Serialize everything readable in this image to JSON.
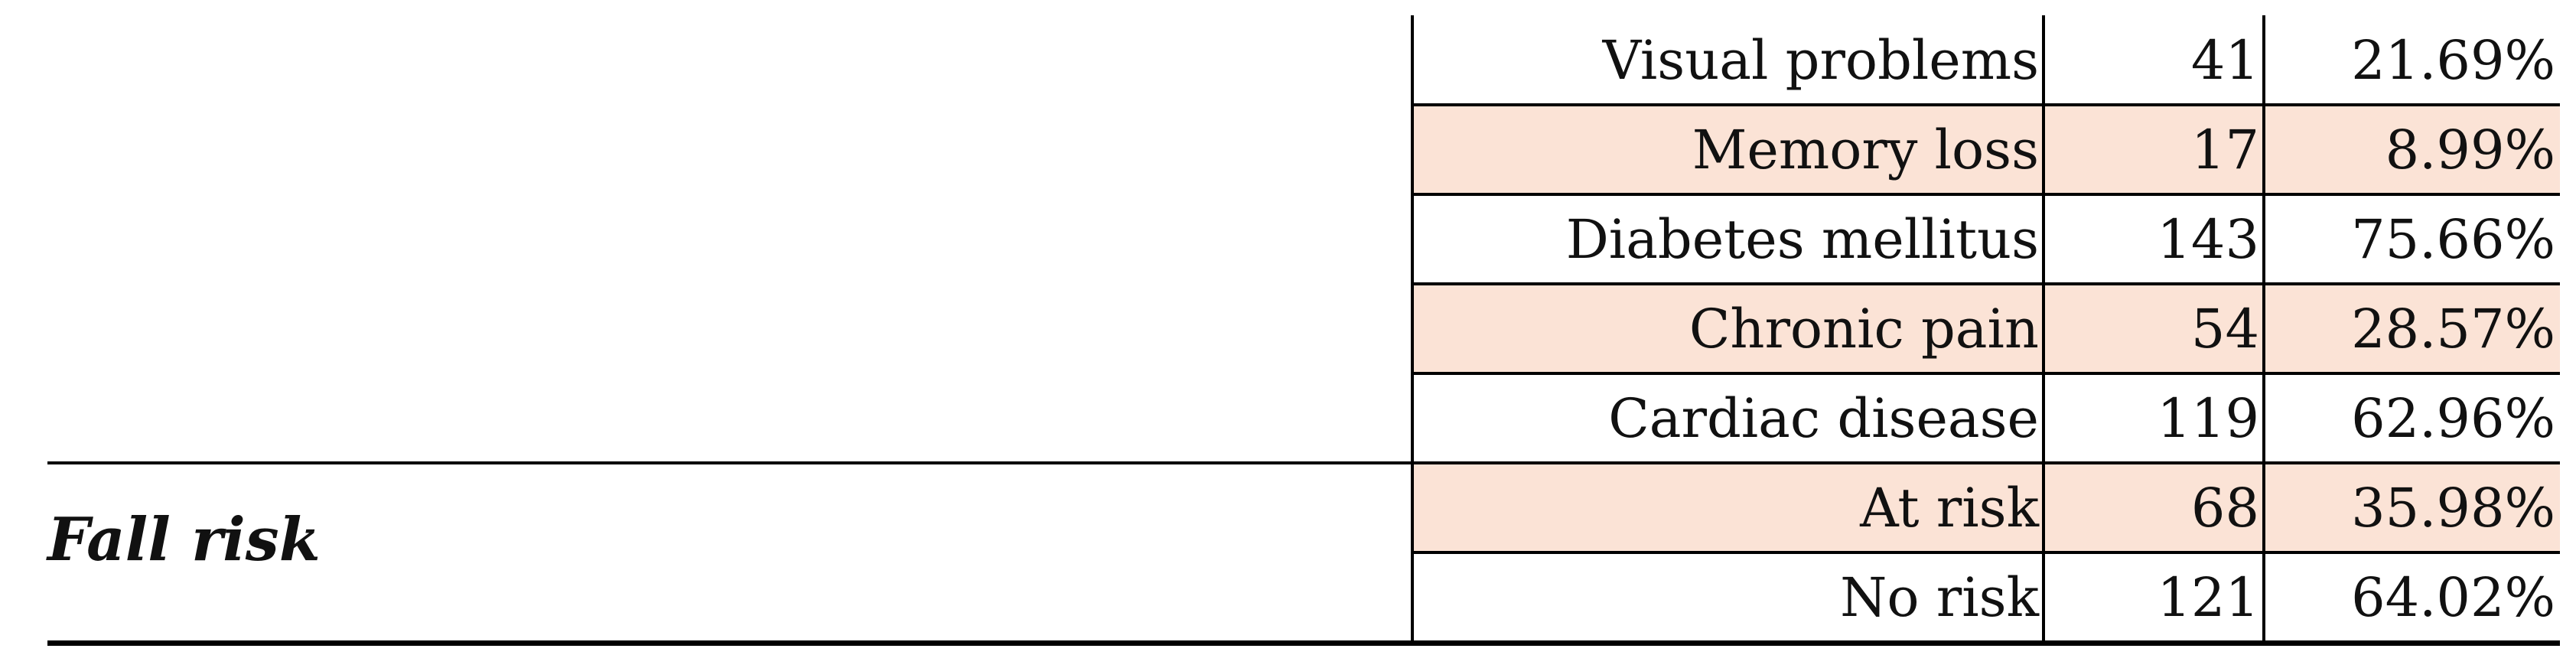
{
  "table": {
    "groups": [
      {
        "label": "",
        "rows": [
          {
            "label": "Visual problems",
            "count": "41",
            "percent": "21.69%"
          },
          {
            "label": "Memory loss",
            "count": "17",
            "percent": "8.99%"
          },
          {
            "label": "Diabetes mellitus",
            "count": "143",
            "percent": "75.66%"
          },
          {
            "label": "Chronic pain",
            "count": "54",
            "percent": "28.57%"
          },
          {
            "label": "Cardiac disease",
            "count": "119",
            "percent": "62.96%"
          }
        ]
      },
      {
        "label": "Fall risk",
        "rows": [
          {
            "label": "At risk",
            "count": "68",
            "percent": "35.98%"
          },
          {
            "label": "No risk",
            "count": "121",
            "percent": "64.02%"
          }
        ]
      }
    ],
    "colors": {
      "stripe": "#fbe3d6",
      "rule": "#000000"
    }
  }
}
